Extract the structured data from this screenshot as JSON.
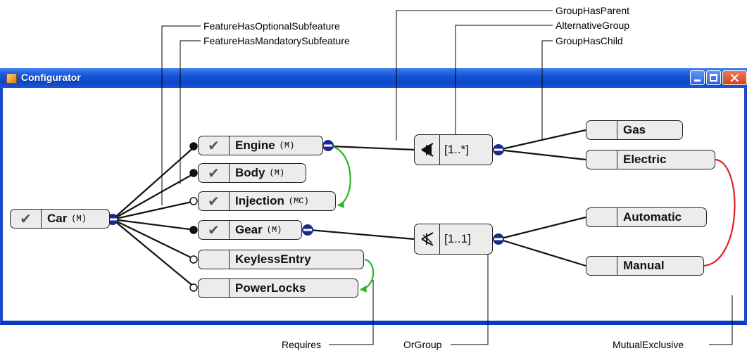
{
  "window": {
    "title": "Configurator"
  },
  "callouts": {
    "optional_subfeature": "FeatureHasOptionalSubfeature",
    "mandatory_subfeature": "FeatureHasMandatorySubfeature",
    "group_has_parent": "GroupHasParent",
    "alternative_group": "AlternativeGroup",
    "group_has_child": "GroupHasChild",
    "requires": "Requires",
    "or_group": "OrGroup",
    "mutual_exclusive": "MutualExclusive"
  },
  "root": {
    "label": "Car",
    "card": "(M)"
  },
  "features": [
    {
      "label": "Engine",
      "card": "(M)"
    },
    {
      "label": "Body",
      "card": "(M)"
    },
    {
      "label": "Injection",
      "card": "(MC)"
    },
    {
      "label": "Gear",
      "card": "(M)"
    },
    {
      "label": "KeylessEntry",
      "card": ""
    },
    {
      "label": "PowerLocks",
      "card": ""
    }
  ],
  "groups": [
    {
      "cardinality": "[1..*]"
    },
    {
      "cardinality": "[1..1]"
    }
  ],
  "children": [
    "Gas",
    "Electric",
    "Automatic",
    "Manual"
  ],
  "colors": {
    "requires": "#2ab52a",
    "exclusive": "#e02020",
    "title_bar": "#1655d8",
    "handle": "#1a2a8a"
  }
}
